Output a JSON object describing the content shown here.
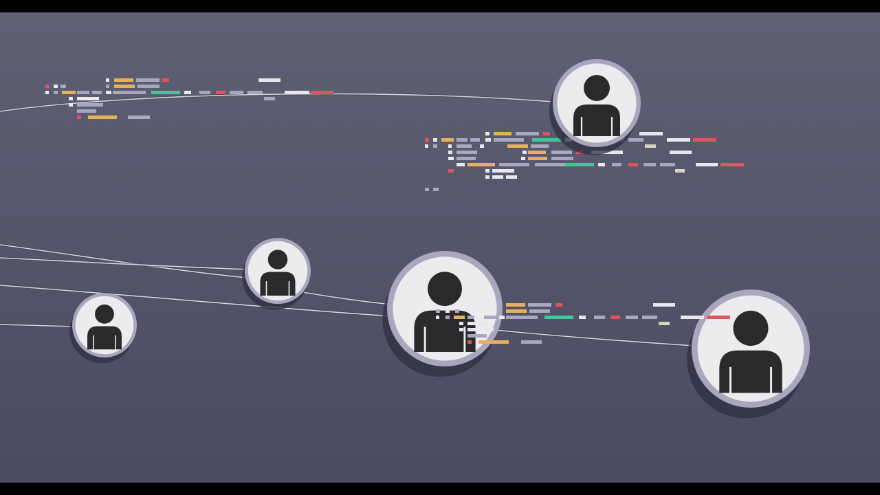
{
  "scene": {
    "description_free": true,
    "colors": {
      "background_top": "#5f6074",
      "background_bottom": "#4a4a60",
      "node_fill": "#ececef",
      "node_ring": "#aaa6bd",
      "person_icon": "#2a2a2c",
      "connection_line": "#d6d6de",
      "shadow": "#2f2f42",
      "code_gray": "#a8a8bf",
      "code_light": "#e8e8ee",
      "code_orange": "#e4b25c",
      "code_red": "#e0555d",
      "code_green": "#3fc998",
      "code_cream": "#d8d2bf",
      "letterbox": "#000000"
    },
    "nodes": [
      {
        "name": "user-node-top-right",
        "icon": "person-icon"
      },
      {
        "name": "user-node-small-left",
        "icon": "person-icon"
      },
      {
        "name": "user-node-middle-left",
        "icon": "person-icon"
      },
      {
        "name": "user-node-center",
        "icon": "person-icon"
      },
      {
        "name": "user-node-right",
        "icon": "person-icon"
      }
    ]
  }
}
